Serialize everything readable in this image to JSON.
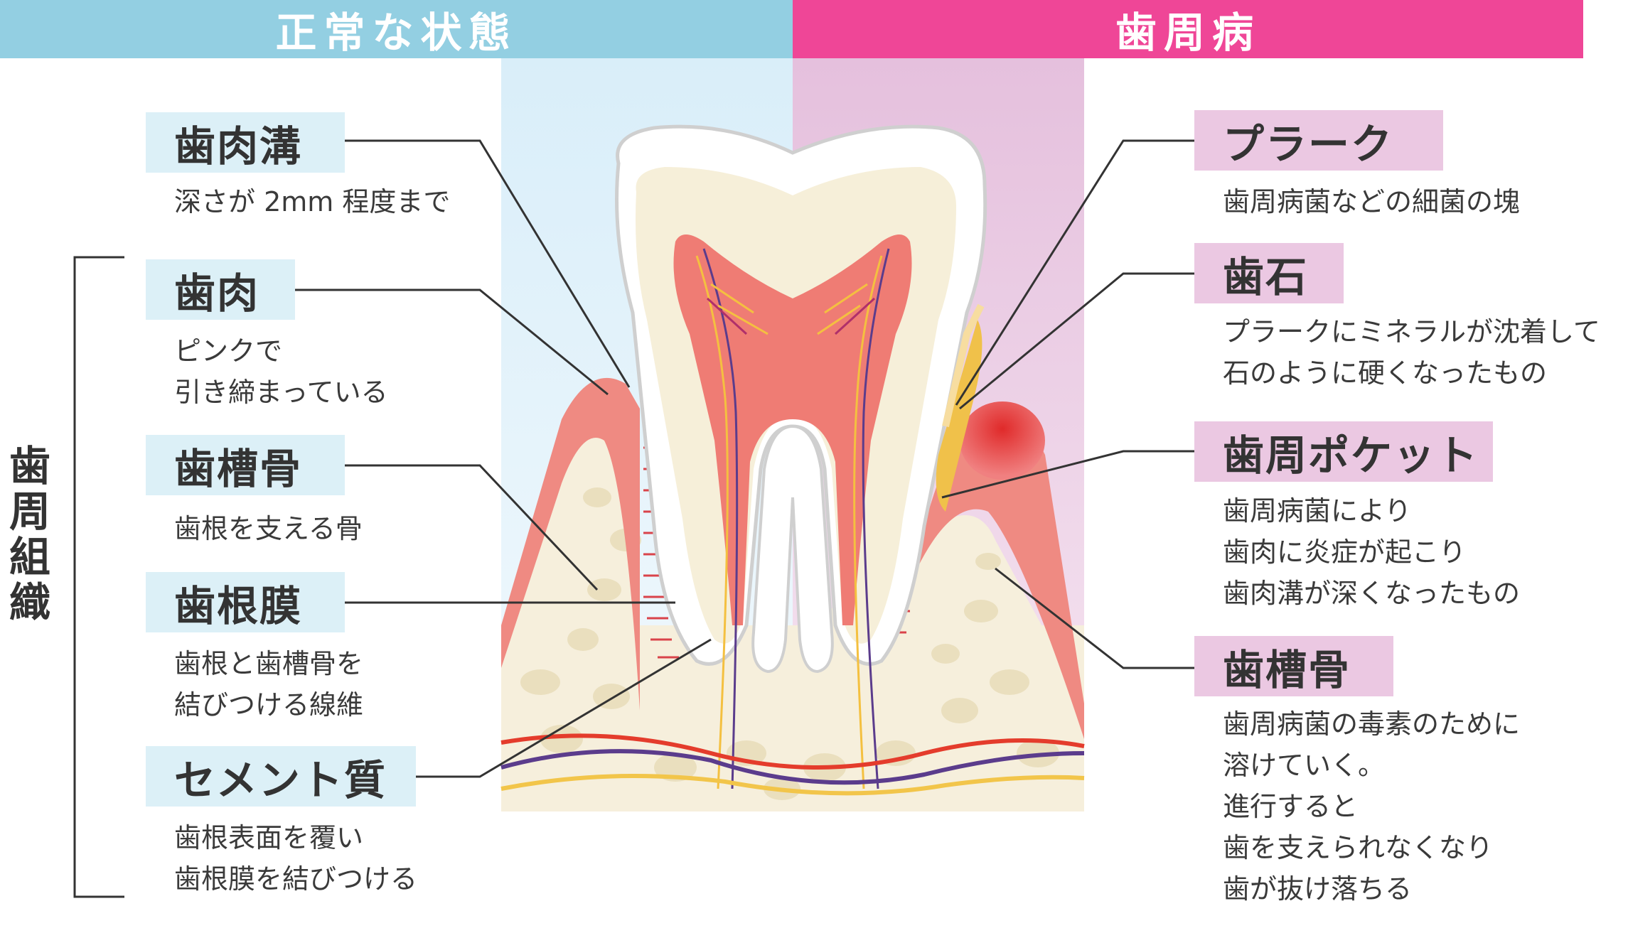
{
  "headers": {
    "normal": "正常な状態",
    "disease": "歯周病"
  },
  "side_label": "歯周組織",
  "left_items": [
    {
      "label": "歯肉溝",
      "desc": "深さが 2mm 程度まで"
    },
    {
      "label": "歯肉",
      "desc": "ピンクで\n引き締まっている"
    },
    {
      "label": "歯槽骨",
      "desc": "歯根を支える骨"
    },
    {
      "label": "歯根膜",
      "desc": "歯根と歯槽骨を\n結びつける線維"
    },
    {
      "label": "セメント質",
      "desc": "歯根表面を覆い\n歯根膜を結びつける"
    }
  ],
  "right_items": [
    {
      "label": "プラーク",
      "desc": "歯周病菌などの細菌の塊"
    },
    {
      "label": "歯石",
      "desc": "プラークにミネラルが沈着して\n石のように硬くなったもの"
    },
    {
      "label": "歯周ポケット",
      "desc": "歯周病菌により\n歯肉に炎症が起こり\n歯肉溝が深くなったもの"
    },
    {
      "label": "歯槽骨",
      "desc": "歯周病菌の毒素のために\n溶けていく。\n進行すると\n歯を支えられなくなり\n歯が抜け落ちる"
    }
  ],
  "colors": {
    "normal_header": "#93cfe2",
    "disease_header": "#ef4697",
    "normal_label_bg": "#dcf0f7",
    "disease_label_bg": "#ebc8e2"
  }
}
